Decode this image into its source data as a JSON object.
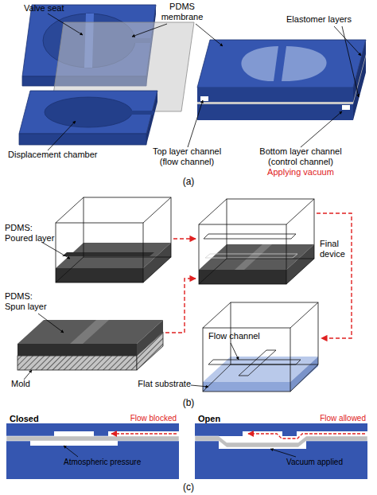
{
  "diagram": {
    "nodes": [
      {
        "text": [
          "Closed"
        ]
      },
      {
        "text": [
          "Open"
        ]
      }
    ],
    "labels": [
      "Valve seat",
      "PDMS membrane",
      "Elastomer layers",
      "Displacement chamber",
      "Top layer channel (flow channel)",
      "Bottom layer channel (control channel)",
      "Applying vacuum",
      "(a)",
      "PDMS: Poured layer",
      "Final device",
      "PDMS: Spun layer",
      "Flow channel",
      "Mold",
      "Flat substrate",
      "(b)",
      "Flow blocked",
      "Atmospheric pressure",
      "Flow allowed",
      "Vacuum applied",
      "(c)"
    ]
  }
}
